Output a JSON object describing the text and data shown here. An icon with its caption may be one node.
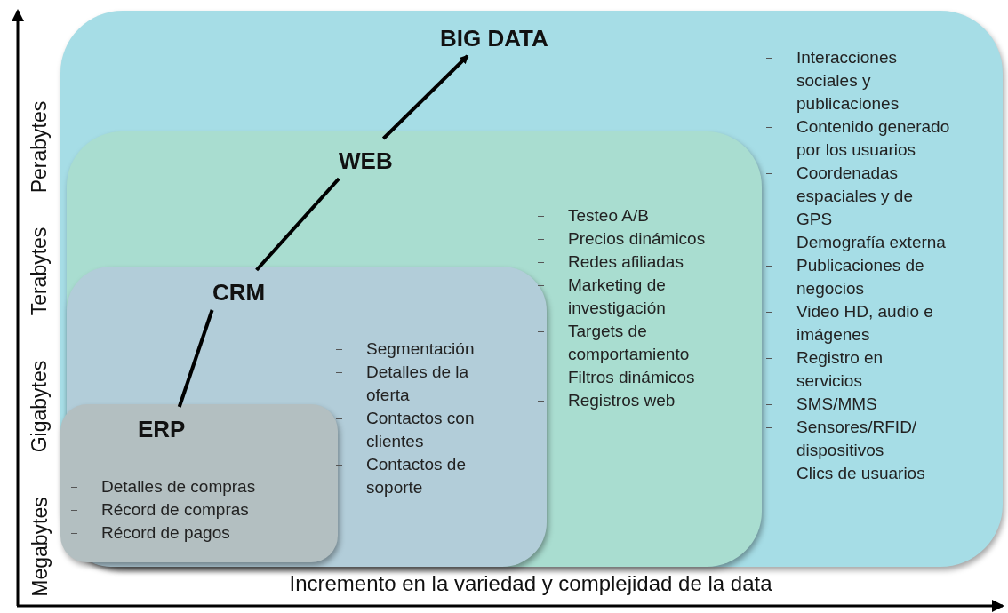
{
  "diagram": {
    "nodes": [
      {
        "text": [
          "BIG DATA",
          "Interacciones sociales y publicaciones",
          "Contenido generado por los usuarios",
          "Coordenadas espaciales y de GPS",
          "Demografía externa",
          "Publicaciones de negocios",
          "Video HD, audio e imágenes",
          "Registro en servicios",
          "SMS/MMS",
          "Sensores/RFID/ dispositivos",
          "Clics de usuarios"
        ]
      },
      {
        "text": [
          "WEB",
          "Testeo A/B",
          "Precios dinámicos",
          "Redes afiliadas",
          "Marketing de investigación",
          "Targets de comportamiento",
          "Filtros dinámicos",
          "Registros web"
        ],
        "in": 0
      },
      {
        "text": [
          "CRM",
          "Segmentación",
          "Detalles de la oferta",
          "Contactos con clientes",
          "Contactos de soporte"
        ],
        "in": 1
      },
      {
        "text": [
          "ERP",
          "Detalles de compras",
          "Récord de compras",
          "Récord de pagos"
        ],
        "in": 2
      }
    ],
    "edges": [
      {
        "from": 3,
        "to": 2,
        "arrow": "none"
      },
      {
        "from": 2,
        "to": 1,
        "arrow": "none"
      },
      {
        "from": 1,
        "to": 0,
        "arrow": "to"
      }
    ],
    "labels": [
      "Megabytes",
      "Gigabytes",
      "Terabytes",
      "Perabytes",
      "Incremento en la variedad y complejidad de la data"
    ]
  }
}
